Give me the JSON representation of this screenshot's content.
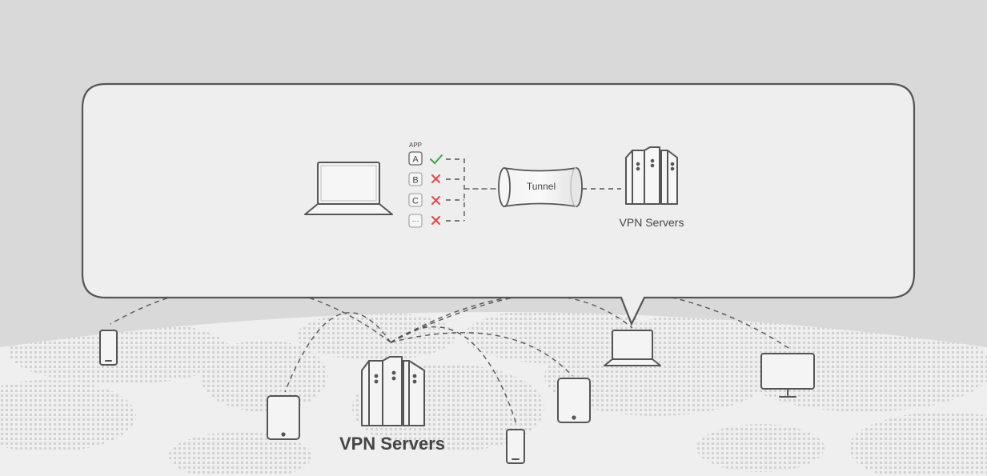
{
  "callout": {
    "app_header": "APP",
    "apps": [
      {
        "letter": "A",
        "status": "allowed"
      },
      {
        "letter": "B",
        "status": "blocked"
      },
      {
        "letter": "C",
        "status": "blocked"
      },
      {
        "letter": "···",
        "status": "blocked"
      }
    ],
    "tunnel_label": "Tunnel",
    "servers_label": "VPN Servers"
  },
  "map": {
    "servers_label": "VPN Servers"
  },
  "colors": {
    "background": "#d9d9d9",
    "globe": "#efefef",
    "dots": "#d0d0d0",
    "ink": "#555555",
    "check": "#3aa64a",
    "cross": "#e0484a"
  }
}
